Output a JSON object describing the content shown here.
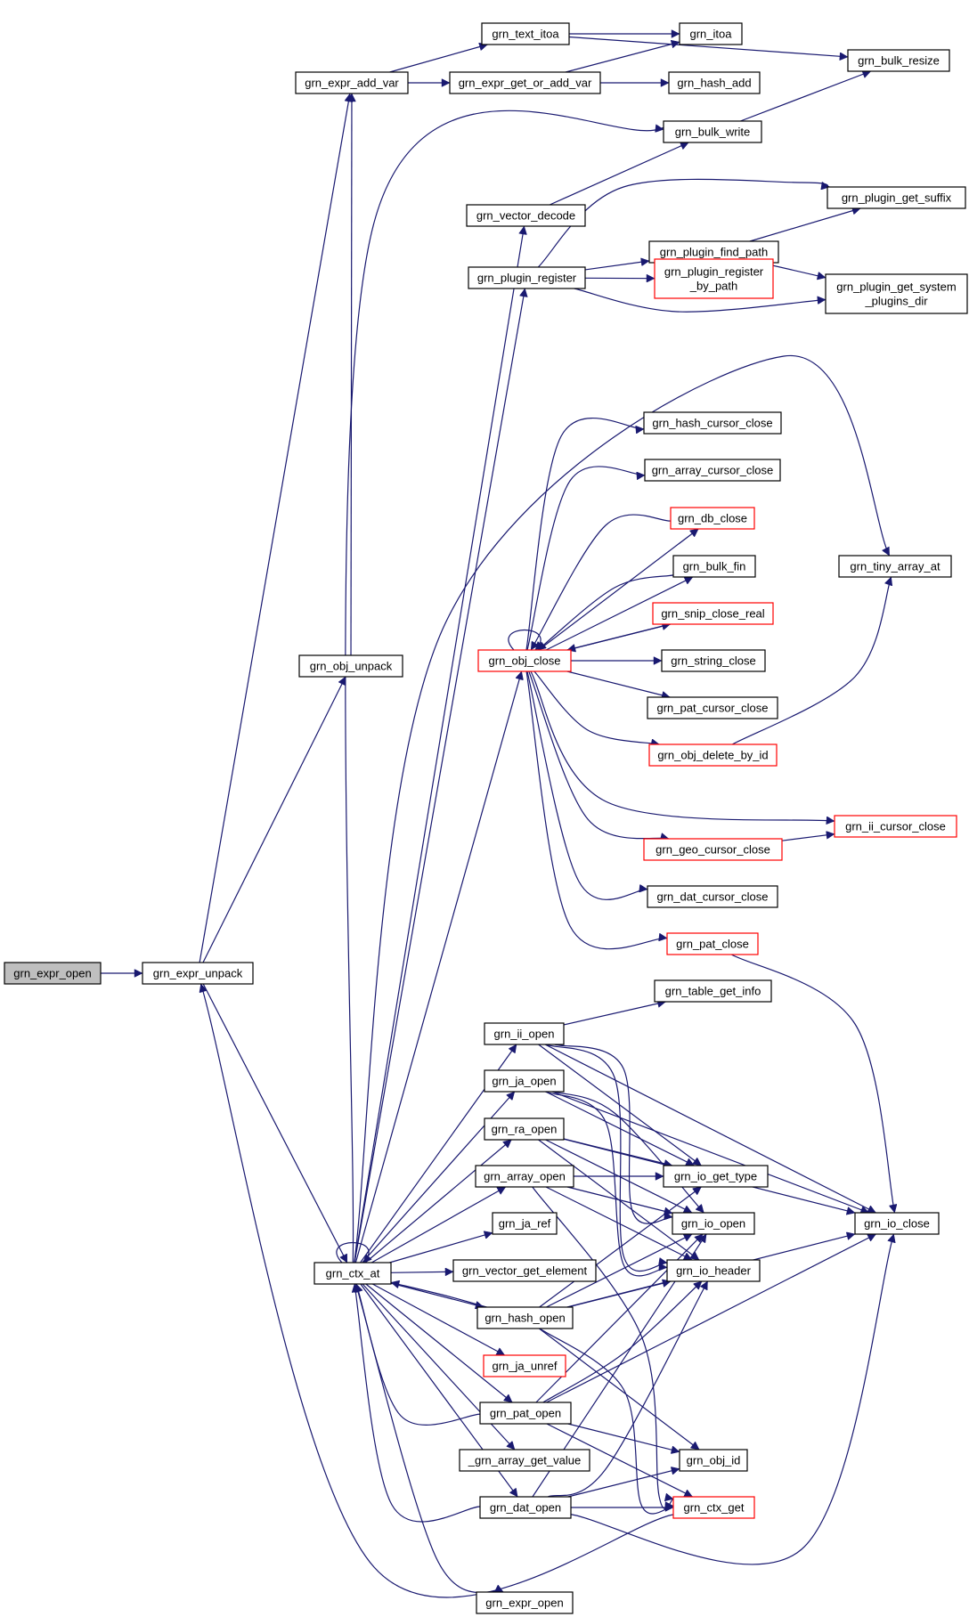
{
  "colors": {
    "edge": "#191970",
    "border_normal": "#000000",
    "border_highlight": "#ff0000",
    "fill_normal": "#ffffff",
    "fill_root": "#bfbfbf"
  },
  "nodes": [
    {
      "id": "n_expr_open_root",
      "lines": [
        "grn_expr_open"
      ],
      "style": "root"
    },
    {
      "id": "n_expr_unpack",
      "lines": [
        "grn_expr_unpack"
      ],
      "style": "normal"
    },
    {
      "id": "n_expr_add_var",
      "lines": [
        "grn_expr_add_var"
      ],
      "style": "normal"
    },
    {
      "id": "n_obj_unpack",
      "lines": [
        "grn_obj_unpack"
      ],
      "style": "normal"
    },
    {
      "id": "n_ctx_at",
      "lines": [
        "grn_ctx_at"
      ],
      "style": "normal"
    },
    {
      "id": "n_text_itoa",
      "lines": [
        "grn_text_itoa"
      ],
      "style": "normal"
    },
    {
      "id": "n_expr_get_or_add_var",
      "lines": [
        "grn_expr_get_or_add_var"
      ],
      "style": "normal"
    },
    {
      "id": "n_itoa",
      "lines": [
        "grn_itoa"
      ],
      "style": "normal"
    },
    {
      "id": "n_hash_add",
      "lines": [
        "grn_hash_add"
      ],
      "style": "normal"
    },
    {
      "id": "n_bulk_resize",
      "lines": [
        "grn_bulk_resize"
      ],
      "style": "normal"
    },
    {
      "id": "n_bulk_write",
      "lines": [
        "grn_bulk_write"
      ],
      "style": "normal"
    },
    {
      "id": "n_vector_decode",
      "lines": [
        "grn_vector_decode"
      ],
      "style": "normal"
    },
    {
      "id": "n_plugin_register",
      "lines": [
        "grn_plugin_register"
      ],
      "style": "normal"
    },
    {
      "id": "n_plugin_find_path",
      "lines": [
        "grn_plugin_find_path"
      ],
      "style": "normal"
    },
    {
      "id": "n_plugin_get_suffix",
      "lines": [
        "grn_plugin_get_suffix"
      ],
      "style": "normal"
    },
    {
      "id": "n_plugin_register_by_path",
      "lines": [
        "grn_plugin_register",
        "_by_path"
      ],
      "style": "highlight"
    },
    {
      "id": "n_plugin_get_system_plugins_dir",
      "lines": [
        "grn_plugin_get_system",
        "_plugins_dir"
      ],
      "style": "normal"
    },
    {
      "id": "n_obj_close",
      "lines": [
        "grn_obj_close"
      ],
      "style": "highlight"
    },
    {
      "id": "n_hash_cursor_close",
      "lines": [
        "grn_hash_cursor_close"
      ],
      "style": "normal"
    },
    {
      "id": "n_array_cursor_close",
      "lines": [
        "grn_array_cursor_close"
      ],
      "style": "normal"
    },
    {
      "id": "n_db_close",
      "lines": [
        "grn_db_close"
      ],
      "style": "highlight"
    },
    {
      "id": "n_bulk_fin",
      "lines": [
        "grn_bulk_fin"
      ],
      "style": "normal"
    },
    {
      "id": "n_snip_close_real",
      "lines": [
        "grn_snip_close_real"
      ],
      "style": "highlight"
    },
    {
      "id": "n_string_close",
      "lines": [
        "grn_string_close"
      ],
      "style": "normal"
    },
    {
      "id": "n_pat_cursor_close",
      "lines": [
        "grn_pat_cursor_close"
      ],
      "style": "normal"
    },
    {
      "id": "n_obj_delete_by_id",
      "lines": [
        "grn_obj_delete_by_id"
      ],
      "style": "highlight"
    },
    {
      "id": "n_tiny_array_at",
      "lines": [
        "grn_tiny_array_at"
      ],
      "style": "normal"
    },
    {
      "id": "n_ii_cursor_close",
      "lines": [
        "grn_ii_cursor_close"
      ],
      "style": "highlight"
    },
    {
      "id": "n_geo_cursor_close",
      "lines": [
        "grn_geo_cursor_close"
      ],
      "style": "highlight"
    },
    {
      "id": "n_dat_cursor_close",
      "lines": [
        "grn_dat_cursor_close"
      ],
      "style": "normal"
    },
    {
      "id": "n_pat_close",
      "lines": [
        "grn_pat_close"
      ],
      "style": "highlight"
    },
    {
      "id": "n_table_get_info",
      "lines": [
        "grn_table_get_info"
      ],
      "style": "normal"
    },
    {
      "id": "n_ii_open",
      "lines": [
        "grn_ii_open"
      ],
      "style": "normal"
    },
    {
      "id": "n_ja_open",
      "lines": [
        "grn_ja_open"
      ],
      "style": "normal"
    },
    {
      "id": "n_ra_open",
      "lines": [
        "grn_ra_open"
      ],
      "style": "normal"
    },
    {
      "id": "n_array_open",
      "lines": [
        "grn_array_open"
      ],
      "style": "normal"
    },
    {
      "id": "n_io_get_type",
      "lines": [
        "grn_io_get_type"
      ],
      "style": "normal"
    },
    {
      "id": "n_io_open",
      "lines": [
        "grn_io_open"
      ],
      "style": "normal"
    },
    {
      "id": "n_io_close",
      "lines": [
        "grn_io_close"
      ],
      "style": "normal"
    },
    {
      "id": "n_ja_ref",
      "lines": [
        "grn_ja_ref"
      ],
      "style": "normal"
    },
    {
      "id": "n_vector_get_element",
      "lines": [
        "grn_vector_get_element"
      ],
      "style": "normal"
    },
    {
      "id": "n_io_header",
      "lines": [
        "grn_io_header"
      ],
      "style": "normal"
    },
    {
      "id": "n_hash_open",
      "lines": [
        "grn_hash_open"
      ],
      "style": "normal"
    },
    {
      "id": "n_ja_unref",
      "lines": [
        "grn_ja_unref"
      ],
      "style": "highlight"
    },
    {
      "id": "n_pat_open",
      "lines": [
        "grn_pat_open"
      ],
      "style": "normal"
    },
    {
      "id": "n_obj_id",
      "lines": [
        "grn_obj_id"
      ],
      "style": "normal"
    },
    {
      "id": "n_array_get_value",
      "lines": [
        "_grn_array_get_value"
      ],
      "style": "normal"
    },
    {
      "id": "n_dat_open",
      "lines": [
        "grn_dat_open"
      ],
      "style": "normal"
    },
    {
      "id": "n_ctx_get",
      "lines": [
        "grn_ctx_get"
      ],
      "style": "highlight"
    },
    {
      "id": "n_expr_open",
      "lines": [
        "grn_expr_open"
      ],
      "style": "normal"
    }
  ],
  "edges": [
    [
      "n_expr_open_root",
      "n_expr_unpack"
    ],
    [
      "n_expr_unpack",
      "n_expr_add_var"
    ],
    [
      "n_expr_unpack",
      "n_obj_unpack"
    ],
    [
      "n_expr_unpack",
      "n_ctx_at"
    ],
    [
      "n_expr_add_var",
      "n_text_itoa"
    ],
    [
      "n_expr_add_var",
      "n_expr_get_or_add_var"
    ],
    [
      "n_text_itoa",
      "n_itoa"
    ],
    [
      "n_text_itoa",
      "n_bulk_resize"
    ],
    [
      "n_expr_get_or_add_var",
      "n_itoa"
    ],
    [
      "n_expr_get_or_add_var",
      "n_hash_add"
    ],
    [
      "n_bulk_write",
      "n_bulk_resize"
    ],
    [
      "n_obj_unpack",
      "n_expr_add_var"
    ],
    [
      "n_ctx_at",
      "n_bulk_write"
    ],
    [
      "n_ctx_at",
      "n_vector_decode"
    ],
    [
      "n_ctx_at",
      "n_plugin_register"
    ],
    [
      "n_ctx_at",
      "n_tiny_array_at"
    ],
    [
      "n_ctx_at",
      "n_obj_close"
    ],
    [
      "n_ctx_at",
      "n_ii_open"
    ],
    [
      "n_ctx_at",
      "n_ja_open"
    ],
    [
      "n_ctx_at",
      "n_ra_open"
    ],
    [
      "n_ctx_at",
      "n_array_open"
    ],
    [
      "n_ctx_at",
      "n_ja_ref"
    ],
    [
      "n_ctx_at",
      "n_vector_get_element"
    ],
    [
      "n_ctx_at",
      "n_hash_open"
    ],
    [
      "n_ctx_at",
      "n_ja_unref"
    ],
    [
      "n_ctx_at",
      "n_pat_open"
    ],
    [
      "n_ctx_at",
      "n_array_get_value"
    ],
    [
      "n_ctx_at",
      "n_dat_open"
    ],
    [
      "n_ctx_at",
      "n_expr_open"
    ],
    [
      "n_ctx_at",
      "n_ctx_at"
    ],
    [
      "n_vector_decode",
      "n_bulk_write"
    ],
    [
      "n_plugin_register",
      "n_plugin_find_path"
    ],
    [
      "n_plugin_register",
      "n_plugin_get_suffix"
    ],
    [
      "n_plugin_register",
      "n_plugin_register_by_path"
    ],
    [
      "n_plugin_register",
      "n_plugin_get_system_plugins_dir"
    ],
    [
      "n_plugin_find_path",
      "n_plugin_get_suffix"
    ],
    [
      "n_plugin_find_path",
      "n_plugin_get_system_plugins_dir"
    ],
    [
      "n_obj_close",
      "n_hash_cursor_close"
    ],
    [
      "n_obj_close",
      "n_array_cursor_close"
    ],
    [
      "n_obj_close",
      "n_db_close"
    ],
    [
      "n_obj_close",
      "n_bulk_fin"
    ],
    [
      "n_obj_close",
      "n_snip_close_real"
    ],
    [
      "n_obj_close",
      "n_string_close"
    ],
    [
      "n_obj_close",
      "n_pat_cursor_close"
    ],
    [
      "n_obj_close",
      "n_obj_delete_by_id"
    ],
    [
      "n_obj_close",
      "n_ii_cursor_close"
    ],
    [
      "n_obj_close",
      "n_geo_cursor_close"
    ],
    [
      "n_obj_close",
      "n_dat_cursor_close"
    ],
    [
      "n_obj_close",
      "n_pat_close"
    ],
    [
      "n_obj_close",
      "n_obj_close"
    ],
    [
      "n_db_close",
      "n_obj_close"
    ],
    [
      "n_bulk_fin",
      "n_obj_close"
    ],
    [
      "n_snip_close_real",
      "n_obj_close"
    ],
    [
      "n_obj_delete_by_id",
      "n_tiny_array_at"
    ],
    [
      "n_geo_cursor_close",
      "n_ii_cursor_close"
    ],
    [
      "n_pat_close",
      "n_io_close"
    ],
    [
      "n_ii_open",
      "n_table_get_info"
    ],
    [
      "n_ii_open",
      "n_io_get_type"
    ],
    [
      "n_ii_open",
      "n_io_open"
    ],
    [
      "n_ii_open",
      "n_io_close"
    ],
    [
      "n_ii_open",
      "n_io_header"
    ],
    [
      "n_ja_open",
      "n_io_get_type"
    ],
    [
      "n_ja_open",
      "n_io_open"
    ],
    [
      "n_ja_open",
      "n_io_close"
    ],
    [
      "n_ja_open",
      "n_io_header"
    ],
    [
      "n_ra_open",
      "n_io_get_type"
    ],
    [
      "n_ra_open",
      "n_io_open"
    ],
    [
      "n_ra_open",
      "n_io_close"
    ],
    [
      "n_ra_open",
      "n_io_header"
    ],
    [
      "n_array_open",
      "n_io_get_type"
    ],
    [
      "n_array_open",
      "n_io_open"
    ],
    [
      "n_array_open",
      "n_io_header"
    ],
    [
      "n_array_open",
      "n_ctx_get"
    ],
    [
      "n_hash_open",
      "n_io_get_type"
    ],
    [
      "n_hash_open",
      "n_io_open"
    ],
    [
      "n_hash_open",
      "n_io_close"
    ],
    [
      "n_hash_open",
      "n_io_header"
    ],
    [
      "n_hash_open",
      "n_obj_id"
    ],
    [
      "n_hash_open",
      "n_ctx_get"
    ],
    [
      "n_hash_open",
      "n_ctx_at"
    ],
    [
      "n_pat_open",
      "n_io_open"
    ],
    [
      "n_pat_open",
      "n_io_close"
    ],
    [
      "n_pat_open",
      "n_io_header"
    ],
    [
      "n_pat_open",
      "n_obj_id"
    ],
    [
      "n_pat_open",
      "n_ctx_get"
    ],
    [
      "n_pat_open",
      "n_ctx_at"
    ],
    [
      "n_dat_open",
      "n_io_open"
    ],
    [
      "n_dat_open",
      "n_io_close"
    ],
    [
      "n_dat_open",
      "n_io_header"
    ],
    [
      "n_dat_open",
      "n_obj_id"
    ],
    [
      "n_dat_open",
      "n_ctx_get"
    ],
    [
      "n_dat_open",
      "n_ctx_at"
    ],
    [
      "n_ctx_get",
      "n_expr_unpack"
    ]
  ]
}
